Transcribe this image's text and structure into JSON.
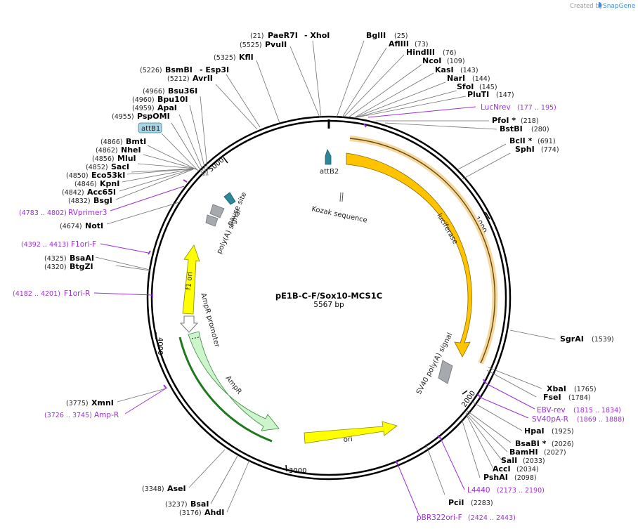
{
  "credit": {
    "created_by": "Created by",
    "brand": "SnapGene"
  },
  "plasmid": {
    "name": "pE1B-C-F/Sox10-MCS1C",
    "size": "5567 bp"
  },
  "ticks": [
    "1000",
    "2000",
    "3000",
    "4000",
    "5000"
  ],
  "features": {
    "attB2": "attB2",
    "attB1": "attB1",
    "kozak": "Kozak sequence",
    "luciferase": "luciferase",
    "sv40": "SV40 poly(A) signal",
    "ori": "ori",
    "ampr": "AmpR",
    "ampr_promoter": "AmpR promoter",
    "f1ori": "f1 ori",
    "polya": "poly(A) signal",
    "pause": "pause site"
  },
  "sites": [
    {
      "pos": "(21)",
      "name": "PaeR7I",
      "extra": "- XhoI"
    },
    {
      "pos": "(5525)",
      "name": "PvuII"
    },
    {
      "pos": "(5325)",
      "name": "KflI"
    },
    {
      "pos": "(5226)",
      "name": "BsmBI",
      "extra": "- Esp3I"
    },
    {
      "pos": "(5212)",
      "name": "AvrII"
    },
    {
      "pos": "(4966)",
      "name": "Bsu36I"
    },
    {
      "pos": "(4960)",
      "name": "Bpu10I"
    },
    {
      "pos": "(4959)",
      "name": "ApaI"
    },
    {
      "pos": "(4955)",
      "name": "PspOMI"
    },
    {
      "pos": "(4866)",
      "name": "BmtI"
    },
    {
      "pos": "(4862)",
      "name": "NheI"
    },
    {
      "pos": "(4856)",
      "name": "MluI"
    },
    {
      "pos": "(4852)",
      "name": "SacI"
    },
    {
      "pos": "(4850)",
      "name": "Eco53kI"
    },
    {
      "pos": "(4846)",
      "name": "KpnI"
    },
    {
      "pos": "(4842)",
      "name": "Acc65I"
    },
    {
      "pos": "(4832)",
      "name": "BsgI"
    },
    {
      "pos": "(4674)",
      "name": "NotI"
    },
    {
      "pos": "(4325)",
      "name": "BsaAI"
    },
    {
      "pos": "(4320)",
      "name": "BtgZI"
    },
    {
      "pos": "(3775)",
      "name": "XmnI"
    },
    {
      "pos": "(3348)",
      "name": "AseI"
    },
    {
      "pos": "(3237)",
      "name": "BsaI"
    },
    {
      "pos": "(3176)",
      "name": "AhdI"
    },
    {
      "pos": "(25)",
      "name": "BglII"
    },
    {
      "pos": "(73)",
      "name": "AflIII"
    },
    {
      "pos": "(76)",
      "name": "HindIII"
    },
    {
      "pos": "(109)",
      "name": "NcoI"
    },
    {
      "pos": "(143)",
      "name": "KasI"
    },
    {
      "pos": "(144)",
      "name": "NarI"
    },
    {
      "pos": "(145)",
      "name": "SfoI"
    },
    {
      "pos": "(147)",
      "name": "PluTI"
    },
    {
      "pos": "(218)",
      "name": "PfoI *"
    },
    {
      "pos": "(280)",
      "name": "BstBI"
    },
    {
      "pos": "(691)",
      "name": "BclI *"
    },
    {
      "pos": "(774)",
      "name": "SphI"
    },
    {
      "pos": "(1539)",
      "name": "SgrAI"
    },
    {
      "pos": "(1765)",
      "name": "XbaI"
    },
    {
      "pos": "(1784)",
      "name": "FseI"
    },
    {
      "pos": "(1925)",
      "name": "HpaI"
    },
    {
      "pos": "(2026)",
      "name": "BsaBI *"
    },
    {
      "pos": "(2027)",
      "name": "BamHI"
    },
    {
      "pos": "(2033)",
      "name": "SalI"
    },
    {
      "pos": "(2034)",
      "name": "AccI"
    },
    {
      "pos": "(2098)",
      "name": "PshAI"
    },
    {
      "pos": "(2283)",
      "name": "PciI"
    }
  ],
  "primers": [
    {
      "name": "LucNrev",
      "range": "(177 .. 195)"
    },
    {
      "name": "RVprimer3",
      "range": "(4783 .. 4802)"
    },
    {
      "name": "F1ori-F",
      "range": "(4392 .. 4413)"
    },
    {
      "name": "F1ori-R",
      "range": "(4182 .. 4201)"
    },
    {
      "name": "Amp-R",
      "range": "(3726 .. 3745)"
    },
    {
      "name": "EBV-rev",
      "range": "(1815 .. 1834)"
    },
    {
      "name": "SV40pA-R",
      "range": "(1869 .. 1888)"
    },
    {
      "name": "L4440",
      "range": "(2173 .. 2190)"
    },
    {
      "name": "pBR322ori-F",
      "range": "(2424 .. 2443)"
    }
  ],
  "colors": {
    "luciferase": "#ffc300",
    "luciferase_halo": "#f5d7a0",
    "ori": "#ffff00",
    "ampr": "#ccf5cc",
    "ampr_line": "#1f7a1f",
    "signal": "#a6a9ad",
    "attb": "#2d8699",
    "primer": "#9b30d9"
  }
}
